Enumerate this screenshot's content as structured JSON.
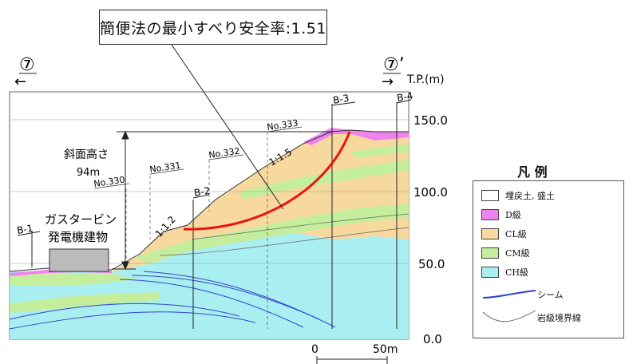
{
  "title": "簡便法の最小すべり安全率:1.51",
  "section": {
    "left_mark": "⑦",
    "right_mark": "⑦’",
    "left_arrow": "←",
    "right_arrow": "→"
  },
  "axis": {
    "unit_label": "T.P.(m)",
    "ticks": [
      "150.0",
      "100.0",
      "50.0",
      "0.0"
    ]
  },
  "scale_bar": {
    "start": "0",
    "end": "50m"
  },
  "slope_height": {
    "label": "斜面高さ",
    "value": "94m"
  },
  "slopes": [
    "1:1.2",
    "1:1.5"
  ],
  "survey_lines": [
    "No.330",
    "No.331",
    "No.332",
    "No.333"
  ],
  "boreholes": [
    "B-1",
    "B-2",
    "B-3",
    "B-4"
  ],
  "building": {
    "line1": "ガスタービン",
    "line2": "発電機建物"
  },
  "legend": {
    "title": "凡 例",
    "items": [
      {
        "label": "埋戻土, 盛土",
        "color": "#ffffff"
      },
      {
        "label": "D級",
        "color": "#ee82ee"
      },
      {
        "label": "CL級",
        "color": "#f7d9a0"
      },
      {
        "label": "CM級",
        "color": "#c4ee9c"
      },
      {
        "label": "CH級",
        "color": "#a9eef0"
      }
    ],
    "seam_label": "シーム",
    "boundary_label": "岩級境界線"
  }
}
